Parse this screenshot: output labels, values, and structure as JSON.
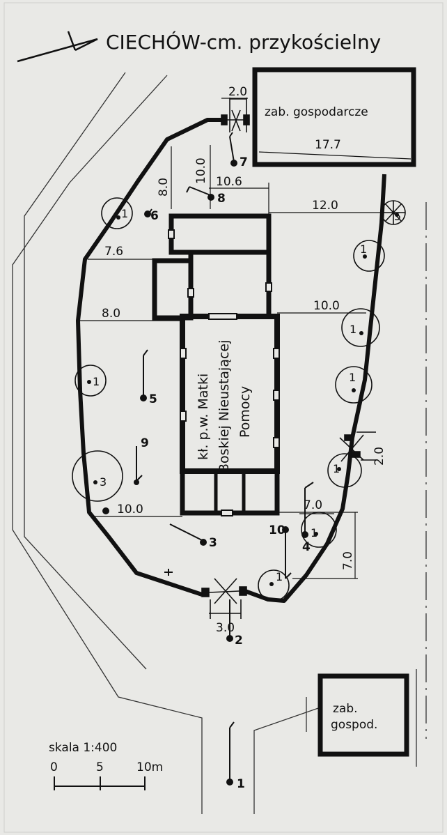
{
  "title": "CIECHÓW-cm. przykościelny",
  "buildings": {
    "farm_top": "zab. gospodarcze",
    "farm_bottom_1": "zab.",
    "farm_bottom_2": "gospod."
  },
  "church": {
    "line1": "kł. p.w. Matki",
    "line2": "Boskiej Nieustającej",
    "line3": "Pomocy"
  },
  "dimensions": [
    "2.0",
    "17.7",
    "10.0",
    "8.0",
    "10.6",
    "12.0",
    "7.6",
    "8.0",
    "10.0",
    "2.0",
    "10.0",
    "7.0",
    "7.0",
    "3.0"
  ],
  "viewpoints": [
    "7",
    "8",
    "6",
    "5",
    "9",
    "3",
    "10",
    "4",
    "2",
    "1"
  ],
  "trees": [
    "1",
    "5",
    "1",
    "1",
    "1",
    "1",
    "3",
    "1",
    "1",
    "1"
  ],
  "scale": {
    "label": "skala 1:400",
    "ticks": [
      "0",
      "5",
      "10m"
    ]
  }
}
